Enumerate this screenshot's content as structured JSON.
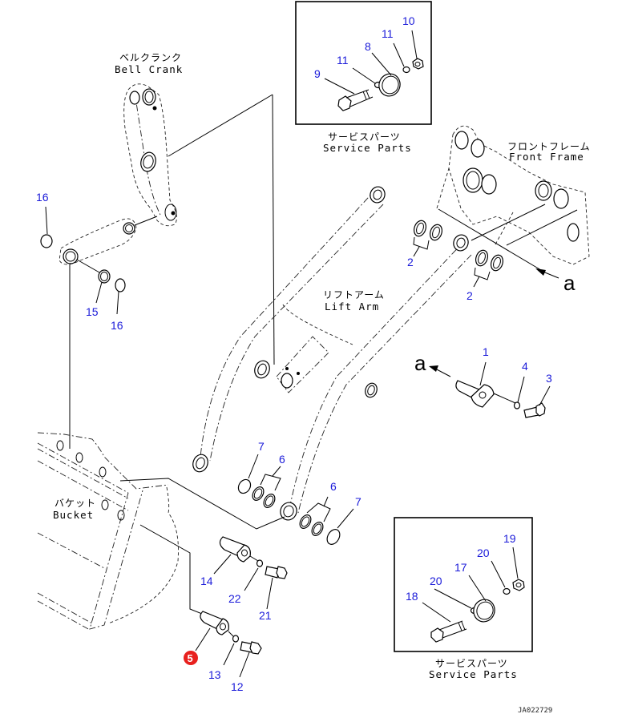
{
  "labels": {
    "bell_crank": {
      "jp": "ベルクランク",
      "en": "Bell Crank"
    },
    "front_frame": {
      "jp": "フロントフレーム",
      "en": "Front Frame"
    },
    "lift_arm": {
      "jp": "リフトアーム",
      "en": "Lift Arm"
    },
    "bucket": {
      "jp": "バケット",
      "en": "Bucket"
    },
    "service_parts_top": {
      "jp": "サービスパーツ",
      "en": "Service Parts"
    },
    "service_parts_bottom": {
      "jp": "サービスパーツ",
      "en": "Service Parts"
    }
  },
  "reference": {
    "view_letter_1": "a",
    "view_letter_2": "a"
  },
  "callouts": {
    "c1": "1",
    "c2a": "2",
    "c2b": "2",
    "c3": "3",
    "c4": "4",
    "c5": "5",
    "c6a": "6",
    "c6b": "6",
    "c7a": "7",
    "c7b": "7",
    "c8": "8",
    "c9": "9",
    "c10": "10",
    "c11a": "11",
    "c11b": "11",
    "c12": "12",
    "c13": "13",
    "c14": "14",
    "c15": "15",
    "c16a": "16",
    "c16b": "16",
    "c17": "17",
    "c18": "18",
    "c19": "19",
    "c20a": "20",
    "c20b": "20",
    "c21": "21",
    "c22": "22"
  },
  "highlight": {
    "item": "5",
    "color": "#e8201e"
  },
  "callout_color": "#1a1ad9",
  "drawing_id": "JA022729"
}
